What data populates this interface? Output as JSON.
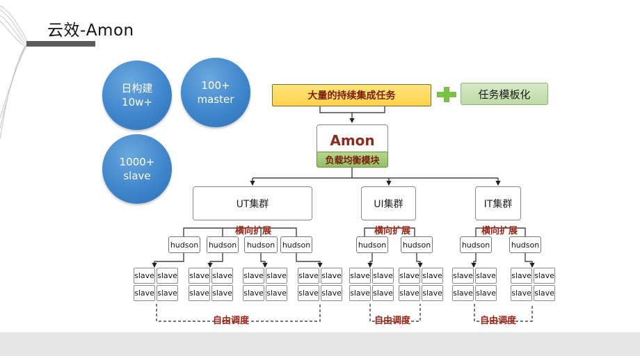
{
  "title": "云效-Amon",
  "stats": [
    {
      "line1": "日构建",
      "line2": "10w+"
    },
    {
      "line1": "100+",
      "line2": "master"
    },
    {
      "line1": "1000+",
      "line2": "slave"
    }
  ],
  "task_box": "大量的持续集成任务",
  "template_box": "任务模板化",
  "amon": {
    "title": "Amon",
    "module": "负载均衡模块"
  },
  "clusters": [
    "UT集群",
    "UI集群",
    "IT集群"
  ],
  "labels": {
    "scale": "横向扩展",
    "schedule": "自由调度"
  },
  "hudson_label": "hudson",
  "slave_label": "slave",
  "colors": {
    "circle": "#3f86cc",
    "task": "#ffd34a",
    "template": "#bedaa4",
    "module": "#93bf62",
    "plus": "#7ac143",
    "label_red": "#9a2213"
  }
}
